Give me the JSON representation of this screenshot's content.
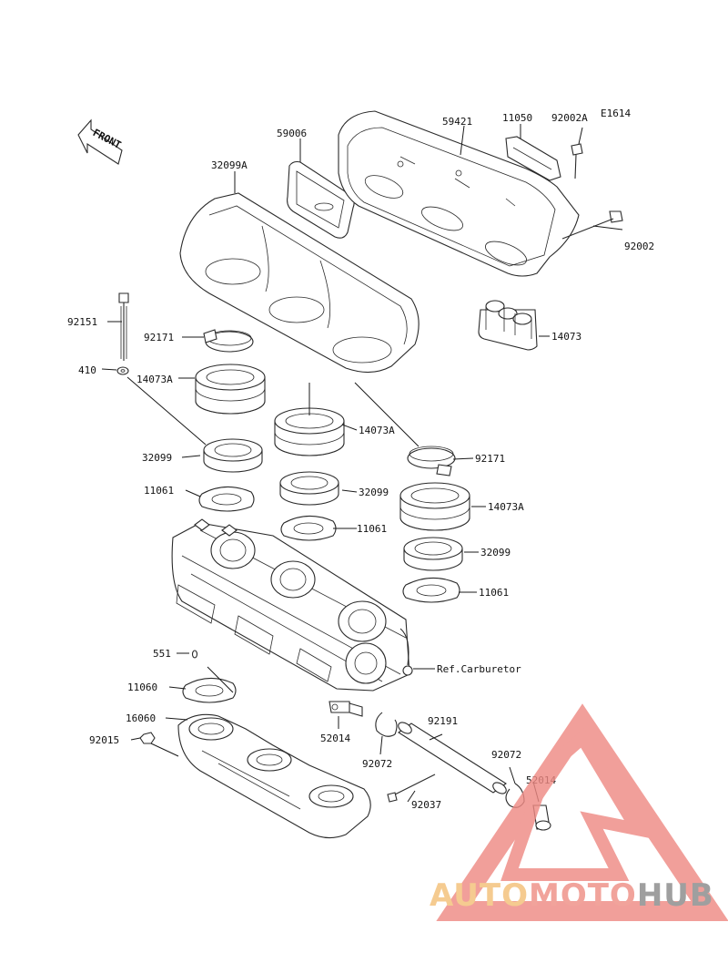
{
  "diagram": {
    "code": "E1614",
    "front_label": "FRONT",
    "callouts": [
      {
        "id": "c59006",
        "text": "59006"
      },
      {
        "id": "c59421",
        "text": "59421"
      },
      {
        "id": "c11050",
        "text": "11050"
      },
      {
        "id": "c92002A",
        "text": "92002A"
      },
      {
        "id": "c32099A",
        "text": "32099A"
      },
      {
        "id": "c92002",
        "text": "92002"
      },
      {
        "id": "c92151",
        "text": "92151"
      },
      {
        "id": "c92171a",
        "text": "92171"
      },
      {
        "id": "c14073",
        "text": "14073"
      },
      {
        "id": "c410",
        "text": "410"
      },
      {
        "id": "c14073Aa",
        "text": "14073A"
      },
      {
        "id": "c14073Ab",
        "text": "14073A"
      },
      {
        "id": "c32099a",
        "text": "32099"
      },
      {
        "id": "c92171b",
        "text": "92171"
      },
      {
        "id": "c11061a",
        "text": "11061"
      },
      {
        "id": "c32099b",
        "text": "32099"
      },
      {
        "id": "c14073Ac",
        "text": "14073A"
      },
      {
        "id": "c11061b",
        "text": "11061"
      },
      {
        "id": "c32099c",
        "text": "32099"
      },
      {
        "id": "c11061c",
        "text": "11061"
      },
      {
        "id": "cRef",
        "text": "Ref.Carburetor"
      },
      {
        "id": "c551",
        "text": "551"
      },
      {
        "id": "c11060",
        "text": "11060"
      },
      {
        "id": "c16060",
        "text": "16060"
      },
      {
        "id": "c92015",
        "text": "92015"
      },
      {
        "id": "c52014a",
        "text": "52014"
      },
      {
        "id": "c92191",
        "text": "92191"
      },
      {
        "id": "c92072a",
        "text": "92072"
      },
      {
        "id": "c92072b",
        "text": "92072"
      },
      {
        "id": "c52014b",
        "text": "52014"
      },
      {
        "id": "c92037",
        "text": "92037"
      }
    ]
  },
  "watermark": {
    "brand_part1": "AUTO",
    "brand_part2": "MOTO",
    "brand_part3": "HUB",
    "colors": {
      "auto": "#f4c078",
      "moto": "#ef8f86",
      "hub": "#8a8a8a",
      "triangle": "#ee8a84"
    }
  }
}
